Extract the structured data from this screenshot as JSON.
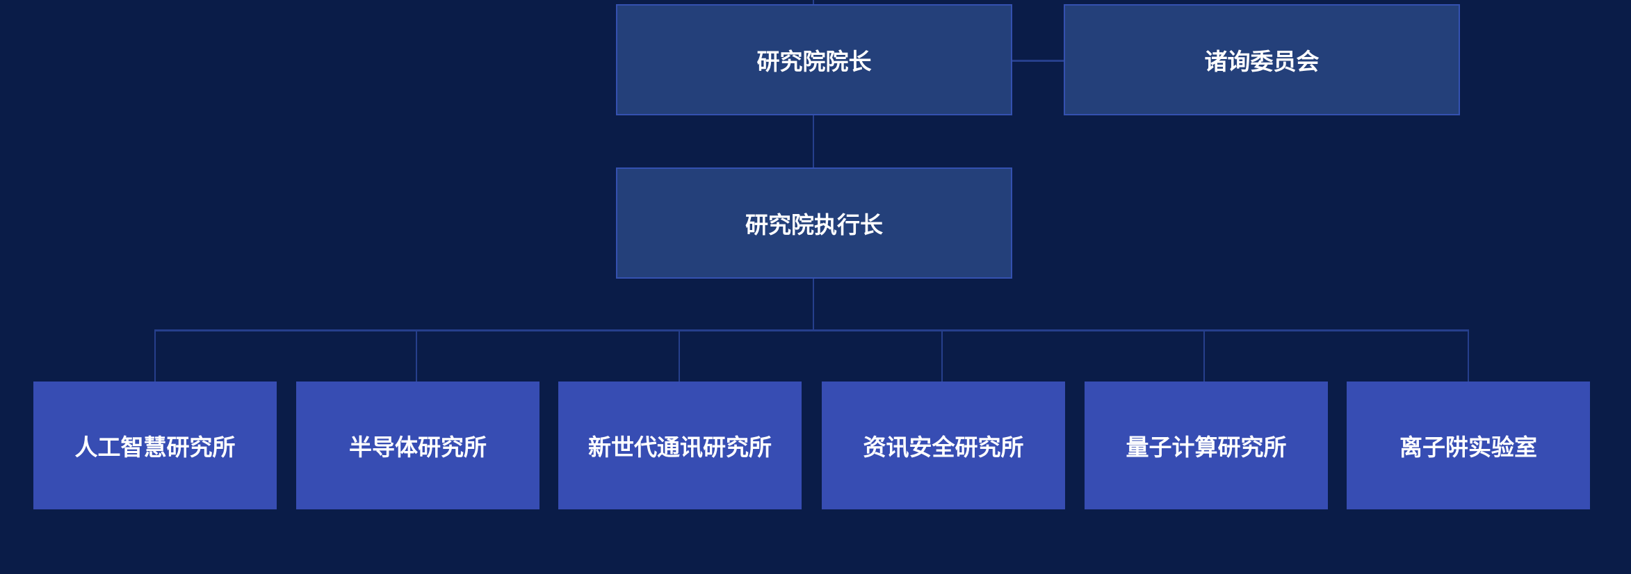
{
  "org_chart": {
    "president": "研究院院长",
    "advisory": "诸询委员会",
    "ceo": "研究院执行长",
    "departments": [
      "人工智慧研究所",
      "半导体研究所",
      "新世代通讯研究所",
      "资讯安全研究所",
      "量子计算研究所",
      "离子阱实验室"
    ]
  },
  "colors": {
    "background": "#0a1c48",
    "top_box": "#24407a",
    "dept_box": "#374db3",
    "line": "#263f8c"
  }
}
